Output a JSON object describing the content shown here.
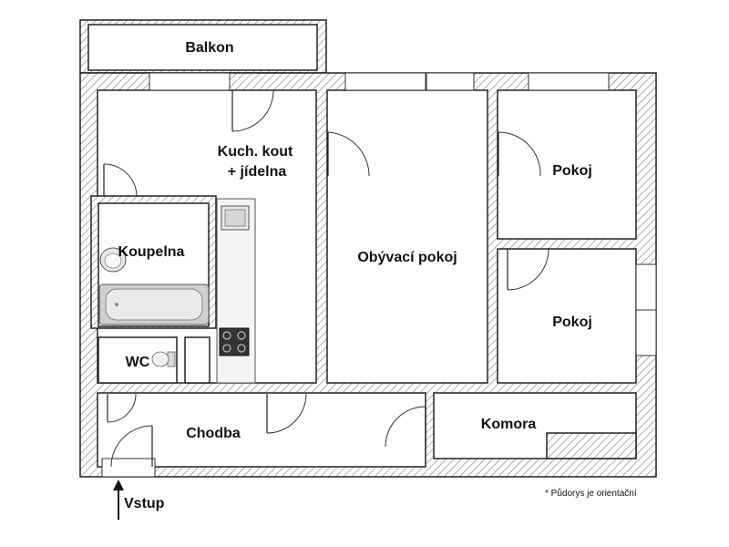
{
  "rooms": {
    "balkon": "Balkon",
    "kitchen_line1": "Kuch. kout",
    "kitchen_line2": "+ jídelna",
    "living": "Obývací pokoj",
    "room_top": "Pokoj",
    "room_bottom": "Pokoj",
    "bathroom": "Koupelna",
    "wc": "WC",
    "hall": "Chodba",
    "storage": "Komora"
  },
  "entrance_label": "Vstup",
  "footnote": "* Půdorys je orientační",
  "icons": [
    "entrance-arrow-icon",
    "bathtub-icon",
    "washbasin-icon",
    "toilet-icon",
    "sink-icon",
    "stove-icon",
    "door-swing-icon"
  ]
}
